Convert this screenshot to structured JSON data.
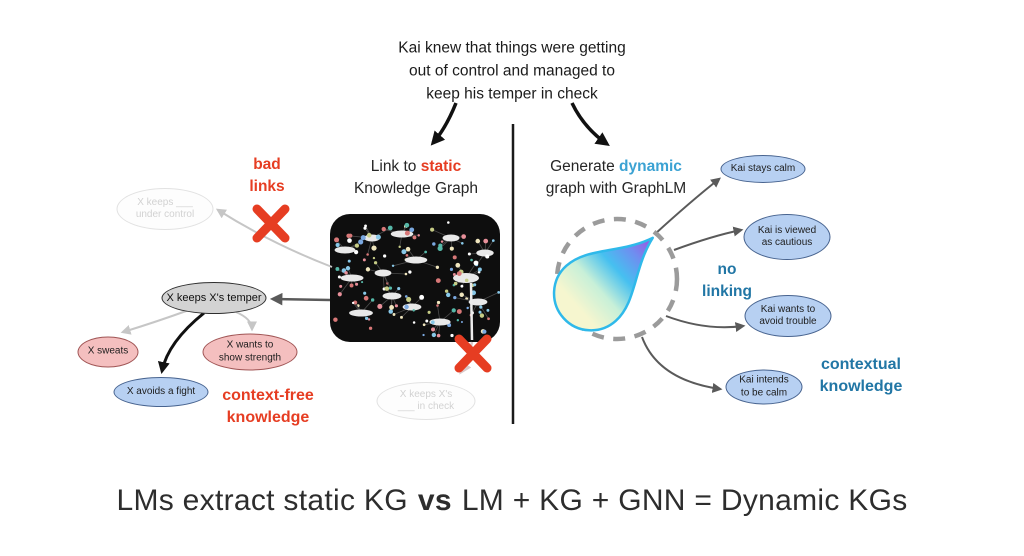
{
  "context_sentence": {
    "line1": "Kai knew that things were getting",
    "line2": "out of control and managed to",
    "line3": "keep his temper in check"
  },
  "left_panel": {
    "title_prefix": "Link to ",
    "title_highlight": "static",
    "title_line2": "Knowledge Graph",
    "bad_links": {
      "line1": "bad",
      "line2": "links"
    },
    "context_free": {
      "line1": "context-free",
      "line2": "knowledge"
    },
    "nodes": {
      "faded_top": {
        "line1": "X keeps ___",
        "line2": "under control"
      },
      "temper": {
        "label": "X keeps X's temper"
      },
      "sweats": {
        "label": "X sweats"
      },
      "wants": {
        "line1": "X wants to",
        "line2": "show strength"
      },
      "avoids": {
        "label": "X avoids a fight"
      },
      "faded_bottom": {
        "line1": "X keeps X's",
        "line2": "___ in check"
      }
    }
  },
  "right_panel": {
    "title_prefix": "Generate ",
    "title_highlight": "dynamic",
    "title_line2": "graph with GraphLM",
    "no_linking": {
      "line1": "no",
      "line2": "linking"
    },
    "contextual": {
      "line1": "contextual",
      "line2": "knowledge"
    },
    "nodes": {
      "stays_calm": {
        "label": "Kai stays calm"
      },
      "viewed_cautious": {
        "line1": "Kai is viewed",
        "line2": "as cautious"
      },
      "avoid_trouble": {
        "line1": "Kai wants to",
        "line2": "avoid trouble"
      },
      "intends_calm": {
        "line1": "Kai intends",
        "line2": "to be calm"
      }
    }
  },
  "caption": {
    "left": "LMs extract static KG",
    "vs": "vs",
    "right": "LM + KG + GNN = Dynamic KGs"
  },
  "colors": {
    "red": "#e63d22",
    "blue": "#2176a5",
    "light_blue": "#3ba2d3",
    "gray_fill": "#d3d3d3",
    "pink_fill": "#f4bfbf",
    "pink_border": "#a05555",
    "blue_fill": "#b7d0f2",
    "blue_border": "#47638f",
    "kg_palette": [
      "#ffffff",
      "#e8909a",
      "#7aa8e0",
      "#56b8a8",
      "#c6cc86",
      "#f0e6be",
      "#d87878",
      "#88c8e8"
    ]
  }
}
